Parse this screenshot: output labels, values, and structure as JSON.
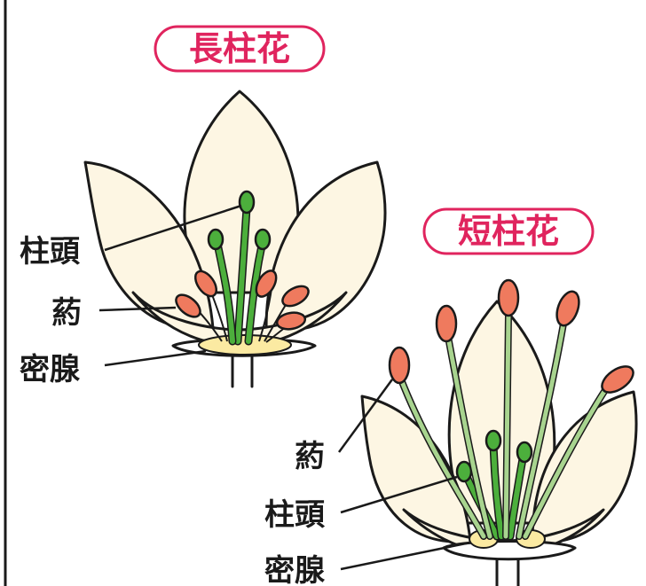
{
  "long_style": {
    "title": "長柱花",
    "labels": {
      "stigma": "柱頭",
      "anther": "葯",
      "nectary": "密腺"
    }
  },
  "short_style": {
    "title": "短柱花",
    "labels": {
      "anther": "葯",
      "stigma": "柱頭",
      "nectary": "密腺"
    }
  },
  "colors": {
    "petal": "#fdf6e3",
    "pistil": "#4caf3c",
    "filament": "#a8d48f",
    "anther": "#ef7a5e",
    "nectary": "#fbeaa2",
    "title": "#e0245e",
    "outline": "#1a1a1a"
  }
}
